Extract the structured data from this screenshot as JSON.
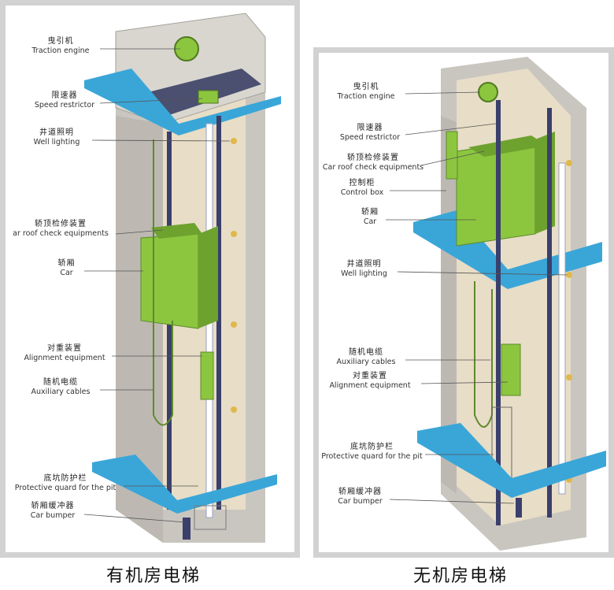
{
  "left": {
    "caption": "有机房电梯",
    "labels": [
      {
        "zh": "曳引机",
        "en": "Traction engine"
      },
      {
        "zh": "限速器",
        "en": "Speed restrictor"
      },
      {
        "zh": "井道照明",
        "en": "Well lighting"
      },
      {
        "zh": "轿顶检修装置",
        "en": "ar roof check equipments"
      },
      {
        "zh": "轿厢",
        "en": "Car"
      },
      {
        "zh": "对重装置",
        "en": "Alignment equipment"
      },
      {
        "zh": "随机电缆",
        "en": "Auxiliary cables"
      },
      {
        "zh": "底坑防护栏",
        "en": "Protective quard for the pit"
      },
      {
        "zh": "轿厢缓冲器",
        "en": "Car bumper"
      }
    ]
  },
  "right": {
    "caption": "无机房电梯",
    "labels": [
      {
        "zh": "曳引机",
        "en": "Traction engine"
      },
      {
        "zh": "限速器",
        "en": "Speed restrictor"
      },
      {
        "zh": "轿顶检修装置",
        "en": "Car roof check equipments"
      },
      {
        "zh": "控制柜",
        "en": "Control box"
      },
      {
        "zh": "轿厢",
        "en": "Car"
      },
      {
        "zh": "井道照明",
        "en": "Well lighting"
      },
      {
        "zh": "随机电缆",
        "en": "Auxiliary cables"
      },
      {
        "zh": "对重装置",
        "en": "Alignment equipment"
      },
      {
        "zh": "底坑防护栏",
        "en": "Protective quard for the pit"
      },
      {
        "zh": "轿厢缓冲器",
        "en": "Car bumper"
      }
    ]
  },
  "colors": {
    "shaft": "#c9c6c0",
    "shaft_inner": "#e6dcc6",
    "car": "#8cc63f",
    "floor_slab": "#3aa6d8",
    "rail": "#3a3f6b"
  }
}
